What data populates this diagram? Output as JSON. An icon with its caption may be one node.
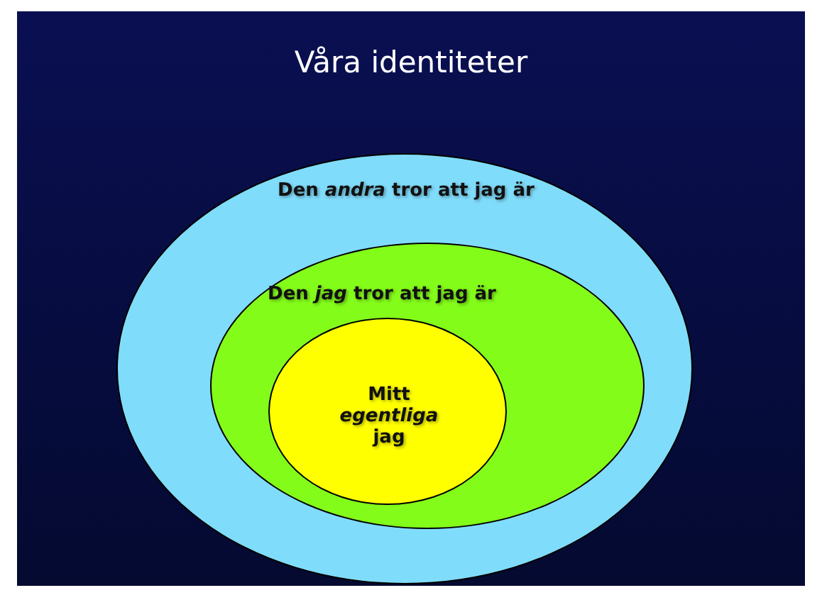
{
  "diagram": {
    "title": "Våra identiteter",
    "nodes": [
      {
        "text": [
          "Den *andra* tror att jag är"
        ]
      },
      {
        "text": [
          "Den *jag* tror att jag är"
        ],
        "in": 0
      },
      {
        "text": [
          "Mitt *egentliga* jag"
        ],
        "in": 1
      }
    ],
    "edges": []
  }
}
